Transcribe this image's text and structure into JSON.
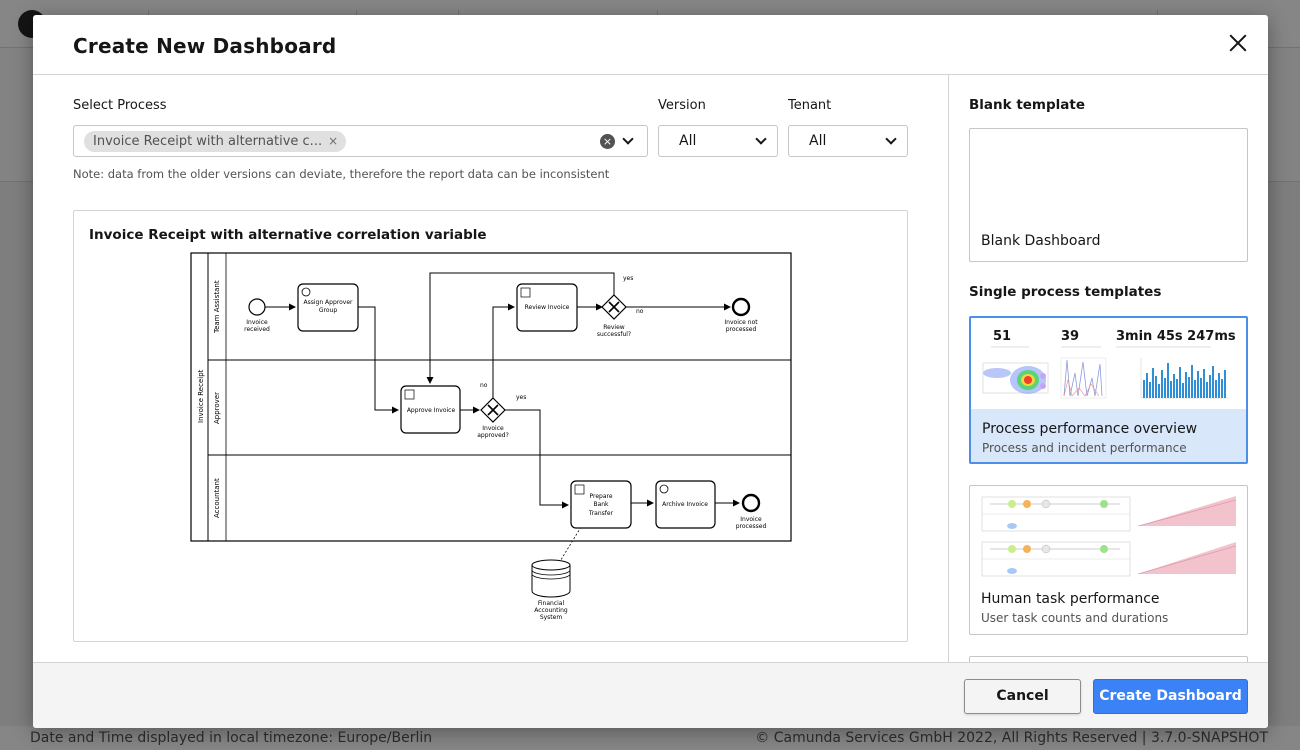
{
  "background": {
    "footer_left": "Date and Time displayed in local timezone: Europe/Berlin",
    "footer_right": "© Camunda Services GmbH 2022, All Rights Reserved | 3.7.0-SNAPSHOT"
  },
  "modal": {
    "title": "Create New Dashboard",
    "close_icon": "close-icon"
  },
  "form": {
    "process_label": "Select Process",
    "process_chip": "Invoice Receipt with alternative c...",
    "chip_remove": "×",
    "clear_symbol": "×",
    "version_label": "Version",
    "version_value": "All",
    "tenant_label": "Tenant",
    "tenant_value": "All",
    "note": "Note: data from the older versions can deviate, therefore the report data can be inconsistent"
  },
  "diagram": {
    "title": "Invoice Receipt with alternative correlation variable",
    "pool": "Invoice Receipt",
    "lanes": [
      "Team Assistant",
      "Approver",
      "Accountant"
    ],
    "start_event": [
      "Invoice",
      "received"
    ],
    "task_assign": [
      "Assign Approver",
      "Group"
    ],
    "task_review": "Review Invoice",
    "gateway_review": [
      "Review",
      "successful?"
    ],
    "end_not_processed": [
      "Invoice not",
      "processed"
    ],
    "label_yes_top": "yes",
    "label_no_right": "no",
    "task_approve": "Approve Invoice",
    "gateway_approve": [
      "Invoice",
      "approved?"
    ],
    "label_no_gw": "no",
    "label_yes_gw": "yes",
    "task_prepare": [
      "Prepare",
      "Bank",
      "Transfer"
    ],
    "task_archive": "Archive Invoice",
    "end_processed": [
      "Invoice",
      "processed"
    ],
    "datastore": [
      "Financial",
      "Accounting",
      "System"
    ]
  },
  "templates": {
    "blank_section": "Blank template",
    "blank_name": "Blank Dashboard",
    "single_section": "Single process templates",
    "items": [
      {
        "name": "Process performance overview",
        "description": "Process and incident performance",
        "stats": [
          "51",
          "39",
          "3min 45s 247ms"
        ],
        "selected": true
      },
      {
        "name": "Human task performance",
        "description": "User task counts and durations",
        "selected": false
      }
    ]
  },
  "footer": {
    "cancel": "Cancel",
    "create": "Create Dashboard"
  },
  "colors": {
    "primary": "#3b82f6",
    "selected_card_bg": "#d9e7fb",
    "selected_border": "#4d8fe6"
  }
}
